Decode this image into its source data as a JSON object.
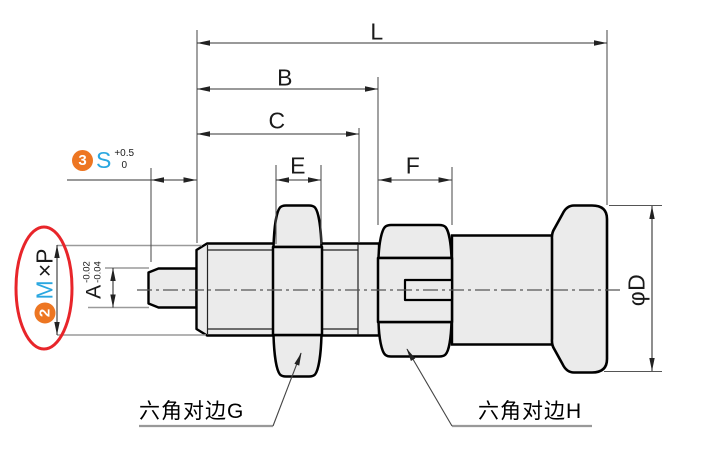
{
  "drawing_title": "index-plunger-dimension-drawing",
  "dimensions": {
    "l": "L",
    "b": "B",
    "c": "C",
    "e": "E",
    "f": "F",
    "phi_d": "φD"
  },
  "callouts": {
    "stroke": {
      "badge": "3",
      "letter": "S",
      "tol_upper": "+0.5",
      "tol_lower": "0"
    },
    "thread": {
      "badge": "2",
      "letter": "M",
      "suffix": "×P"
    },
    "pin_diameter": {
      "letter": "A",
      "tol_upper": "-0.02",
      "tol_lower": "-0.04"
    }
  },
  "leader_labels": {
    "hex_flats_g": "六角对边G",
    "hex_flats_h": "六角对边H"
  },
  "colors": {
    "part_fill": "#ebebeb",
    "outline": "#000000",
    "dimension_line": "#333333",
    "aux_line": "#9a9a9a",
    "badge_orange": "#ed7622",
    "letter_blue": "#2aa7e0",
    "highlight_red": "#e8252a"
  }
}
